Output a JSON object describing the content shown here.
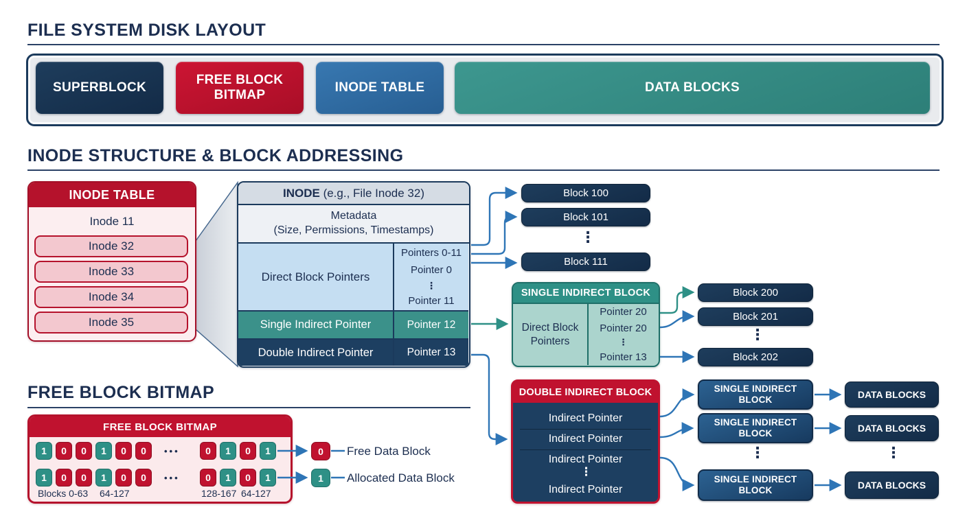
{
  "colors": {
    "navy_text": "#1c2e50",
    "dark_navy_block": "#16304f",
    "red": "#c0122f",
    "steel_blue": "#2e6da4",
    "teal": "#2e9086",
    "light_teal": "#abd4cd",
    "light_blue": "#c5def2",
    "arrow_blue": "#2e75b6",
    "pink_light": "#fbeaec"
  },
  "glyphs": {
    "vdots": "⋮",
    "hdots": "•••"
  },
  "disk_layout": {
    "title": "FILE SYSTEM DISK LAYOUT",
    "blocks": [
      {
        "label": "SUPERBLOCK"
      },
      {
        "label": "FREE BLOCK BITMAP"
      },
      {
        "label": "INODE TABLE"
      },
      {
        "label": "DATA BLOCKS"
      }
    ]
  },
  "inode_section": {
    "title": "INODE STRUCTURE & BLOCK ADDRESSING",
    "inode_table": {
      "header": "INODE TABLE",
      "plain_row": "Inode 11",
      "rows": [
        "Inode 32",
        "Inode 33",
        "Inode 34",
        "Inode 35"
      ]
    },
    "inode": {
      "title_bold": "INODE",
      "title_rest": " (e.g., File Inode 32)",
      "metadata_line1": "Metadata",
      "metadata_line2": "(Size, Permissions, Timestamps)",
      "direct_label": "Direct Block Pointers",
      "pointers_range": "Pointers 0-11",
      "pointer_first": "Pointer 0",
      "pointer_last": "Pointer 11",
      "single_label": "Single Indirect Pointer",
      "single_value": "Pointer 12",
      "double_label": "Double Indirect Pointer",
      "double_value": "Pointer 13"
    },
    "direct_blocks": [
      "Block 100",
      "Block 101",
      "Block 111"
    ],
    "single_indirect": {
      "header": "SINGLE INDIRECT BLOCK",
      "left_label_line1": "Direct Block",
      "left_label_line2": "Pointers",
      "pointers": [
        "Pointer 20",
        "Pointer 20",
        "Pointer 13"
      ]
    },
    "indirect_blocks": [
      "Block 200",
      "Block 201",
      "Block 202"
    ],
    "double_indirect": {
      "header": "DOUBLE INDIRECT BLOCK",
      "rows": [
        "Indirect Pointer",
        "Indirect Pointer",
        "Indirect Pointer",
        "Indirect Pointer"
      ]
    },
    "level2_blocks": [
      {
        "line1": "SINGLE INDIRECT",
        "line2": "BLOCK"
      },
      {
        "line1": "SINGLE INDIRECT",
        "line2": "BLOCK"
      },
      {
        "line1": "SINGLE INDIRECT",
        "line2": "BLOCK"
      }
    ],
    "data_blocks": [
      "DATA BLOCKS",
      "DATA BLOCKS",
      "DATA BLOCKS"
    ]
  },
  "bitmap_section": {
    "title": "FREE BLOCK BITMAP",
    "box_header": "FREE BLOCK BITMAP",
    "row1": {
      "left": [
        "1",
        "0",
        "0",
        "1",
        "0",
        "0"
      ],
      "right": [
        "0",
        "1",
        "0",
        "1"
      ]
    },
    "row2": {
      "left": [
        "1",
        "0",
        "0",
        "1",
        "0",
        "0"
      ],
      "right": [
        "0",
        "1",
        "0",
        "1"
      ]
    },
    "range_labels": [
      "Blocks 0-63",
      "64-127",
      "128-167",
      "64-127"
    ],
    "legend": [
      {
        "bit": "0",
        "label": "Free Data Block"
      },
      {
        "bit": "1",
        "label": "Allocated Data Block"
      }
    ]
  }
}
